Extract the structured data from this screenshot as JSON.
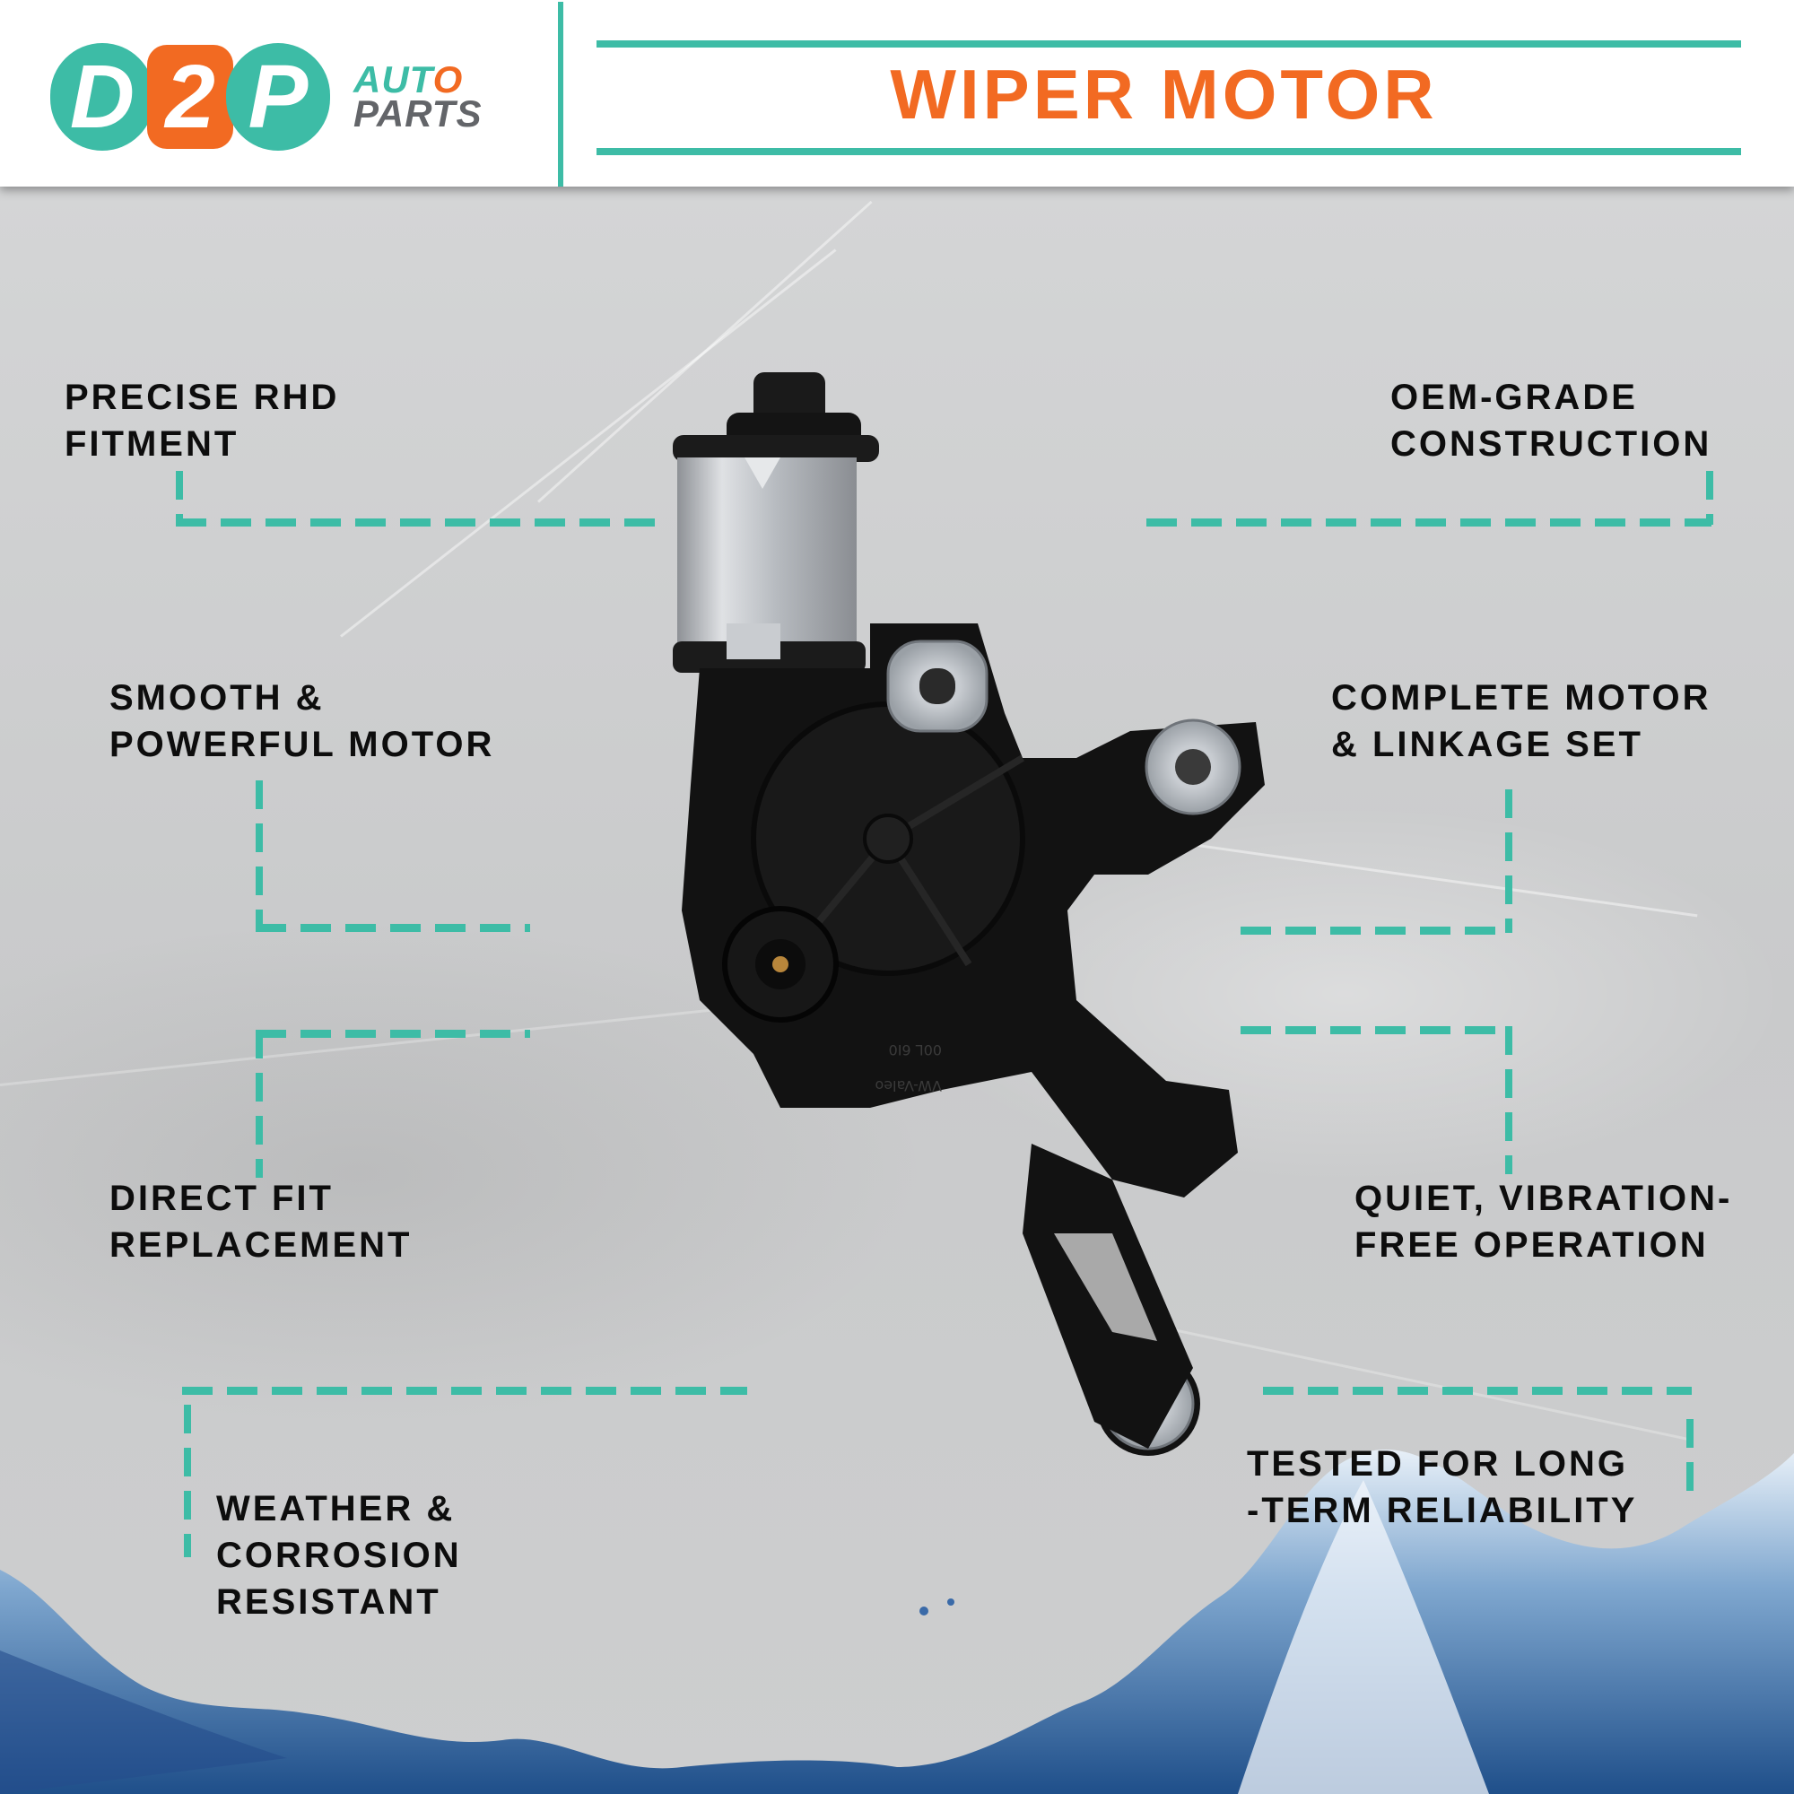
{
  "header": {
    "logo": {
      "letters": [
        "D",
        "2",
        "P"
      ],
      "auto": "AUT",
      "auto_o": "O",
      "parts": "PARTS"
    },
    "title": "WIPER MOTOR"
  },
  "colors": {
    "accent_teal": "#3dbca6",
    "accent_orange": "#f26a22",
    "logo_gray": "#636569",
    "text_dark": "#0d0d0d"
  },
  "product": {
    "name": "wiper-motor-image",
    "label_line1": "00L 6I0",
    "label_line2": "VW-Valeo"
  },
  "features": {
    "left": [
      {
        "line1": "PRECISE RHD",
        "line2": "FITMENT"
      },
      {
        "line1": "SMOOTH &",
        "line2": "POWERFUL MOTOR"
      },
      {
        "line1": "DIRECT FIT",
        "line2": "REPLACEMENT"
      },
      {
        "line1": "WEATHER &",
        "line2": "CORROSION",
        "line3": "RESISTANT"
      }
    ],
    "right": [
      {
        "line1": "OEM-GRADE",
        "line2": "CONSTRUCTION"
      },
      {
        "line1": "COMPLETE MOTOR",
        "line2": "& LINKAGE SET"
      },
      {
        "line1": "QUIET, VIBRATION-",
        "line2": "FREE OPERATION"
      },
      {
        "line1": "TESTED FOR LONG",
        "line2": "-TERM RELIABILITY"
      }
    ]
  }
}
